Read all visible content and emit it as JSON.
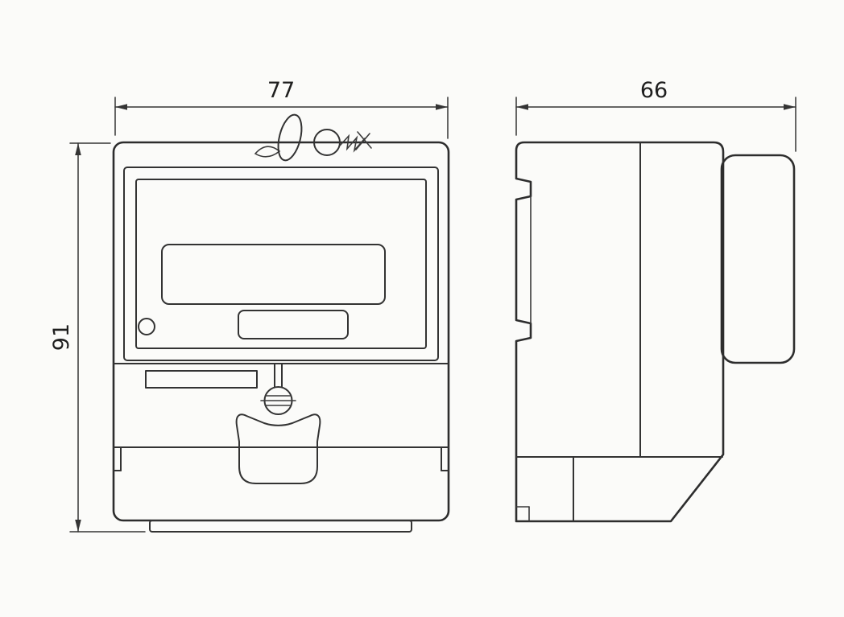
{
  "page": {
    "background_color": "#fbfbf9",
    "line_color": "#2d2d2d"
  },
  "drawing": {
    "kind": "dimensioned-technical-drawing",
    "subject": "din-rail-energy-meter",
    "views": {
      "front": {
        "name": "front-view"
      },
      "side": {
        "name": "side-view"
      }
    },
    "dimensions": {
      "front_width": {
        "value": "77"
      },
      "front_height": {
        "value": "91"
      },
      "side_depth": {
        "value": "66"
      }
    }
  }
}
